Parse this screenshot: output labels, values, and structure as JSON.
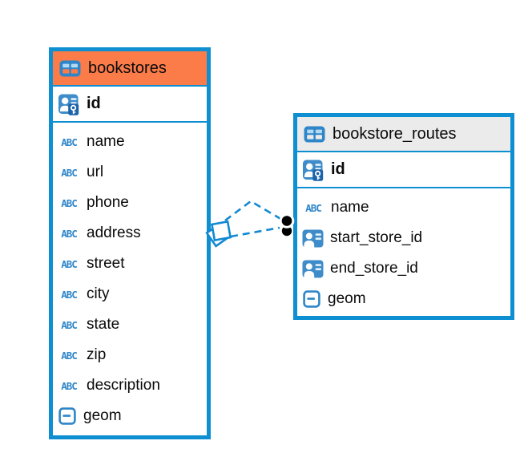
{
  "diagram": {
    "tables": [
      {
        "name": "bookstores",
        "header_color": "#fb7c49",
        "primary_key": "id",
        "columns": [
          {
            "name": "name",
            "type": "text"
          },
          {
            "name": "url",
            "type": "text"
          },
          {
            "name": "phone",
            "type": "text"
          },
          {
            "name": "address",
            "type": "text"
          },
          {
            "name": "street",
            "type": "text"
          },
          {
            "name": "city",
            "type": "text"
          },
          {
            "name": "state",
            "type": "text"
          },
          {
            "name": "zip",
            "type": "text"
          },
          {
            "name": "description",
            "type": "text"
          },
          {
            "name": "geom",
            "type": "geometry"
          }
        ]
      },
      {
        "name": "bookstore_routes",
        "header_color": "#ebebeb",
        "primary_key": "id",
        "columns": [
          {
            "name": "name",
            "type": "text"
          },
          {
            "name": "start_store_id",
            "type": "id"
          },
          {
            "name": "end_store_id",
            "type": "id"
          },
          {
            "name": "geom",
            "type": "geometry"
          }
        ]
      }
    ],
    "relationships": [
      {
        "from": "bookstores",
        "to": "bookstore_routes",
        "style": "dashed"
      },
      {
        "from": "bookstores",
        "to": "bookstore_routes",
        "style": "dashed"
      }
    ]
  },
  "icons": {
    "text_glyph": "ABC"
  },
  "colors": {
    "table_border": "#0d8fd2",
    "relationship_line": "#1289d3",
    "selected_header": "#fb7c49",
    "plain_header": "#ebebeb",
    "icon_blue": "#3e8cc9",
    "icon_outline_blue": "#2e86c9",
    "key_badge_blue": "#1d63ab",
    "icon_cell_light": "#b3d9f2"
  }
}
